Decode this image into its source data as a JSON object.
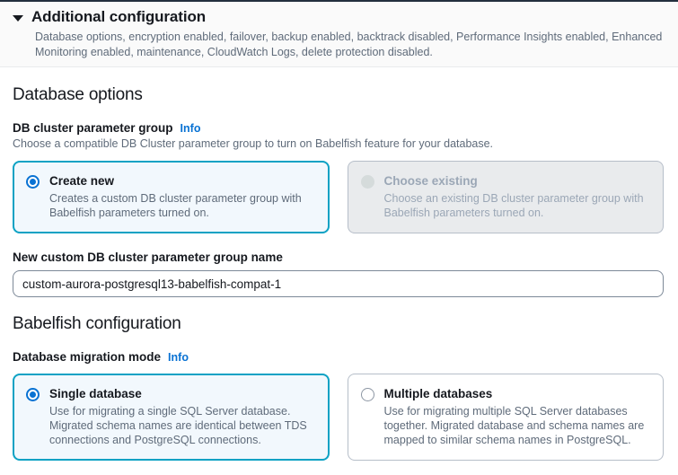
{
  "header": {
    "caret_icon": "caret-down-icon",
    "title": "Additional configuration",
    "description": "Database options, encryption enabled, failover, backup enabled, backtrack disabled, Performance Insights enabled, Enhanced Monitoring enabled, maintenance, CloudWatch Logs, delete protection disabled."
  },
  "database_options": {
    "section_title": "Database options",
    "param_group": {
      "label": "DB cluster parameter group",
      "info_label": "Info",
      "description": "Choose a compatible DB Cluster parameter group to turn on Babelfish feature for your database.",
      "options": [
        {
          "title": "Create new",
          "description": "Creates a custom DB cluster parameter group with Babelfish parameters turned on.",
          "state": "selected"
        },
        {
          "title": "Choose existing",
          "description": "Choose an existing DB cluster parameter group with Babelfish parameters turned on.",
          "state": "disabled"
        }
      ]
    },
    "new_group_name": {
      "label": "New custom DB cluster parameter group name",
      "value": "custom-aurora-postgresql13-babelfish-compat-1",
      "placeholder": ""
    }
  },
  "babelfish_configuration": {
    "section_title": "Babelfish configuration",
    "migration_mode": {
      "label": "Database migration mode",
      "info_label": "Info",
      "options": [
        {
          "title": "Single database",
          "description": "Use for migrating a single SQL Server database. Migrated schema names are identical between TDS connections and PostgreSQL connections.",
          "state": "selected"
        },
        {
          "title": "Multiple databases",
          "description": "Use for migrating multiple SQL Server databases together. Migrated database and schema names are mapped to similar schema names in PostgreSQL.",
          "state": "unselected"
        }
      ]
    }
  },
  "colors": {
    "accent_blue": "#0972d3",
    "selected_border": "#0ca2c4",
    "selected_bg": "#f2f8fd",
    "disabled_bg": "#e9ebed",
    "text_primary": "#16191f",
    "text_secondary": "#5f6b7a"
  }
}
